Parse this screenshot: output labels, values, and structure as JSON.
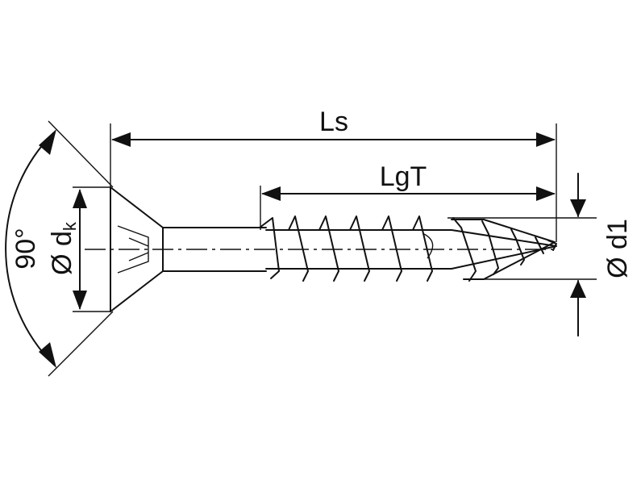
{
  "dimensions": {
    "overall_length": "Ls",
    "thread_length": "LgT",
    "thread_diameter": "Ø d1",
    "head_diameter_prefix": "Ø d",
    "head_diameter_subscript": "k",
    "head_angle": "90°"
  },
  "colors": {
    "line": "#111111",
    "background": "#ffffff"
  }
}
